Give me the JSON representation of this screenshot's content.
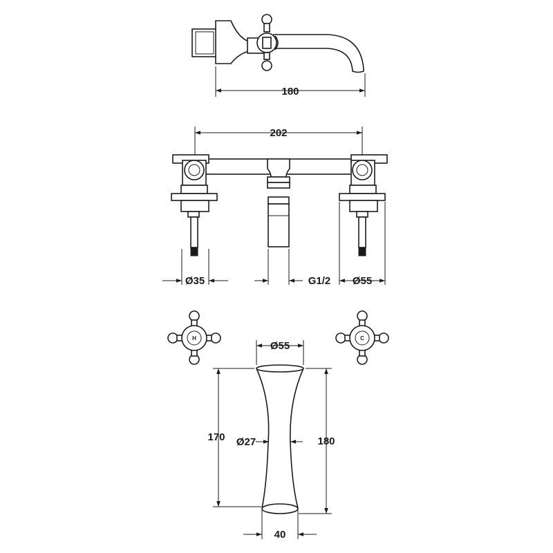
{
  "dimensions": {
    "spout_side_length": "180",
    "overall_width": "202",
    "handle_diameter": "Ø35",
    "spout_thread": "G1/2",
    "backplate_diameter": "Ø55",
    "spout_top_diameter": "Ø55",
    "spout_mid_diameter": "Ø27",
    "spout_inner_length": "170",
    "spout_outer_length": "180",
    "spout_base_width": "40"
  },
  "handles": {
    "hot_label": "H",
    "cold_label": "C"
  },
  "colors": {
    "line": "#1a1a1a",
    "background": "#ffffff"
  }
}
